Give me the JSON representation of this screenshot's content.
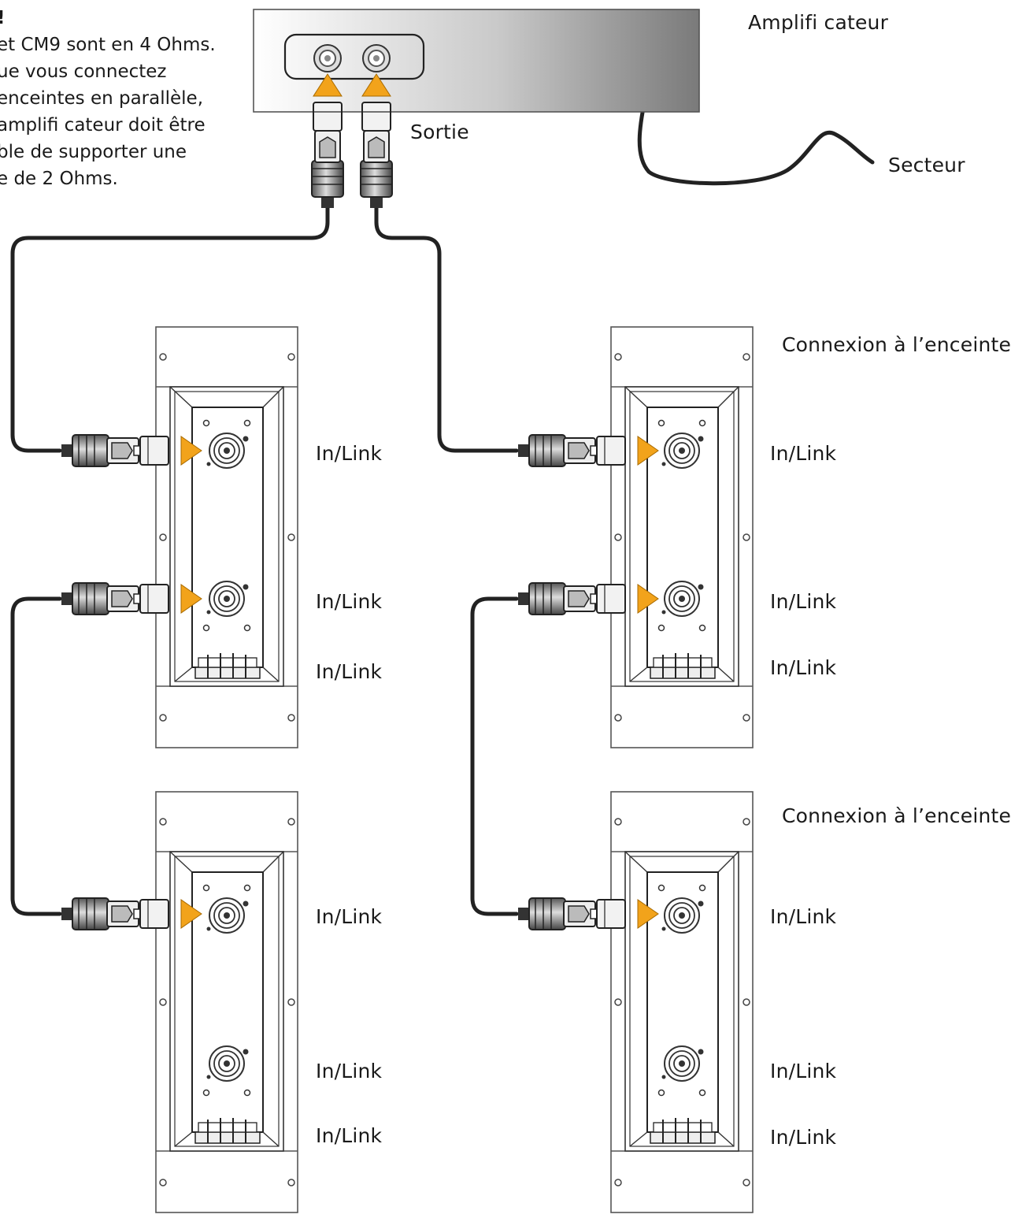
{
  "warning": {
    "lines": [
      "!",
      "et CM9 sont en 4 Ohms.",
      "ue vous connectez",
      "enceintes en parallèle,",
      "amplifi cateur doit être",
      "ble de supporter une",
      "e de 2 Ohms."
    ]
  },
  "amplifier": {
    "label": "Amplifi cateur",
    "output_label": "Sortie",
    "mains_label": "Secteur"
  },
  "speakers": {
    "connection_label": "Connexion à l’enceinte",
    "port_label": "In/Link"
  },
  "colors": {
    "arrow": "#f2a31b",
    "cable": "#222222",
    "panel_stroke": "#444444"
  }
}
